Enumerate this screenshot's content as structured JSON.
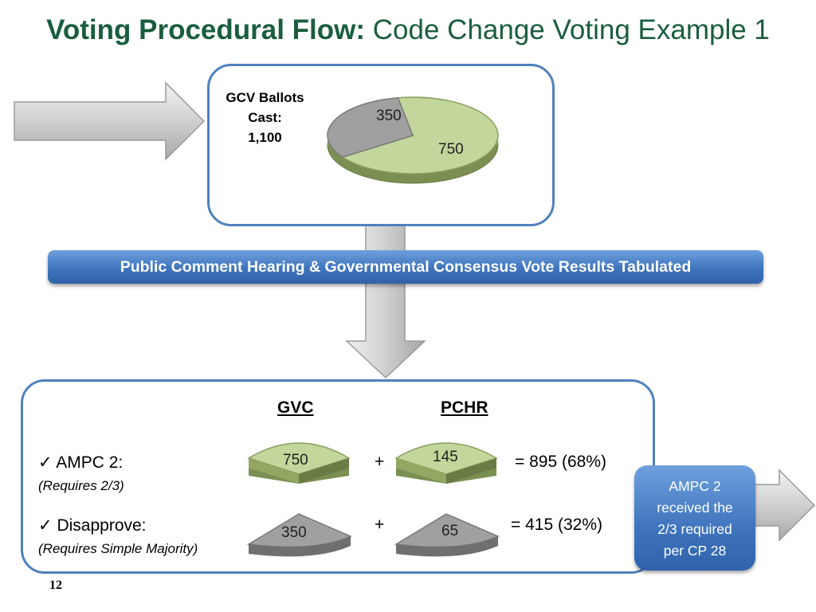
{
  "title": {
    "bold": "Voting Procedural Flow:",
    "normal": "Code Change Voting Example 1"
  },
  "top_panel": {
    "label_line1": "GCV Ballots",
    "label_line2": "Cast:",
    "label_line3": "1,100",
    "pie": {
      "values": [
        750,
        350
      ],
      "labels": [
        "750",
        "350"
      ],
      "colors": [
        "#c3d69b",
        "#a0a0a0"
      ]
    }
  },
  "banner": "Public Comment Hearing & Governmental Consensus Vote Results Tabulated",
  "results": {
    "col1_header": "GVC",
    "col2_header": "PCHR",
    "row1": {
      "check": "✓",
      "label": "AMPC 2:",
      "sub": "(Requires 2/3)",
      "gvc": "750",
      "pchr": "145",
      "op": "+",
      "result": "= 895 (68%)"
    },
    "row2": {
      "check": "✓",
      "label": "Disapprove:",
      "sub": "(Requires Simple Majority)",
      "gvc": "350",
      "pchr": "65",
      "op": "+",
      "result": "= 415 (32%)"
    }
  },
  "note": {
    "line1": "AMPC 2",
    "line2": "received the",
    "line3": "2/3 required",
    "line4": "per CP 28"
  },
  "page_number": "12",
  "colors": {
    "title": "#1a5d3f",
    "box_border": "#4f81bd",
    "banner": "#3f74bd",
    "approve": "#c3d69b",
    "disapprove": "#a0a0a0"
  }
}
